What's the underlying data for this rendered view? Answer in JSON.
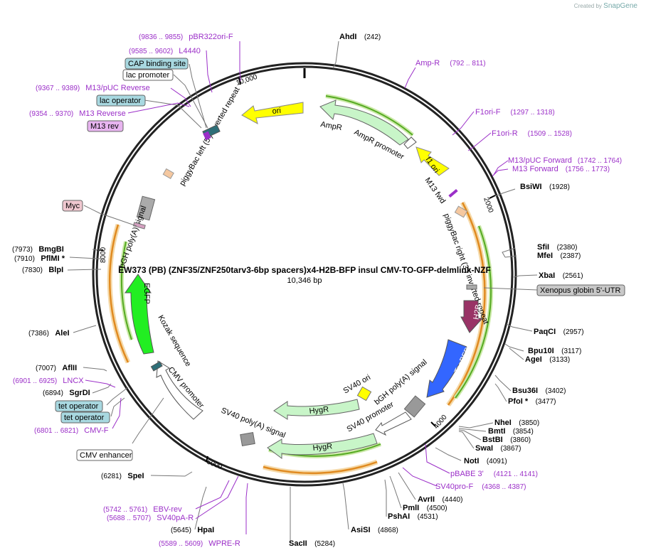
{
  "brand": {
    "created_by": "Created by",
    "name": "SnapGene"
  },
  "map": {
    "title": "EW373 (PB) (ZNF35/ZNF250tarv3-6bp spacers)x4-H2B-BFP insul CMV-TO-GFP-delmlink-NZF",
    "length": "10,346 bp"
  },
  "ticks": [
    "10,000",
    "2000",
    "4000",
    "6000",
    "8000"
  ],
  "sites": [
    {
      "name": "AhdI",
      "pos": "(242)"
    },
    {
      "name": "BsiWI",
      "pos": "(1928)"
    },
    {
      "name": "SfiI",
      "pos": "(2380)"
    },
    {
      "name": "MfeI",
      "pos": "(2387)"
    },
    {
      "name": "XbaI",
      "pos": "(2561)"
    },
    {
      "name": "PaqCI",
      "pos": "(2957)"
    },
    {
      "name": "Bpu10I",
      "pos": "(3117)"
    },
    {
      "name": "AgeI",
      "pos": "(3133)"
    },
    {
      "name": "Bsu36I",
      "pos": "(3402)"
    },
    {
      "name": "PfoI *",
      "pos": "(3477)"
    },
    {
      "name": "NheI",
      "pos": "(3850)"
    },
    {
      "name": "BmtI",
      "pos": "(3854)"
    },
    {
      "name": "BstBI",
      "pos": "(3860)"
    },
    {
      "name": "SwaI",
      "pos": "(3867)"
    },
    {
      "name": "NotI",
      "pos": "(4091)"
    },
    {
      "name": "AvrII",
      "pos": "(4440)"
    },
    {
      "name": "PmlI",
      "pos": "(4500)"
    },
    {
      "name": "PshAI",
      "pos": "(4531)"
    },
    {
      "name": "AsiSI",
      "pos": "(4868)"
    },
    {
      "name": "SacII",
      "pos": "(5284)"
    },
    {
      "name": "HpaI",
      "pos": "(5645)"
    },
    {
      "name": "SpeI",
      "pos": "(6281)"
    },
    {
      "name": "SgrDI",
      "pos": "(6894)"
    },
    {
      "name": "AflII",
      "pos": "(7007)"
    },
    {
      "name": "AleI",
      "pos": "(7386)"
    },
    {
      "name": "BlpI",
      "pos": "(7830)"
    },
    {
      "name": "PflMI *",
      "pos": "(7910)"
    },
    {
      "name": "BmgBI",
      "pos": "(7973)"
    }
  ],
  "primers": [
    {
      "name": "pBR322ori-F",
      "pos": "(9836 .. 9855)"
    },
    {
      "name": "L4440",
      "pos": "(9585 .. 9602)"
    },
    {
      "name": "M13/pUC Reverse",
      "pos": "(9367 .. 9389)"
    },
    {
      "name": "M13 Reverse",
      "pos": "(9354 .. 9370)"
    },
    {
      "name": "Amp-R",
      "pos": "(792 .. 811)"
    },
    {
      "name": "F1ori-F",
      "pos": "(1297 .. 1318)"
    },
    {
      "name": "F1ori-R",
      "pos": "(1509 .. 1528)"
    },
    {
      "name": "M13/pUC Forward",
      "pos": "(1742 .. 1764)"
    },
    {
      "name": "M13 Forward",
      "pos": "(1756 .. 1773)"
    },
    {
      "name": "pBABE 3'",
      "pos": "(4121 .. 4141)"
    },
    {
      "name": "SV40pro-F",
      "pos": "(4368 .. 4387)"
    },
    {
      "name": "EBV-rev",
      "pos": "(5742 .. 5761)"
    },
    {
      "name": "SV40pA-R",
      "pos": "(5688 .. 5707)"
    },
    {
      "name": "WPRE-R",
      "pos": "(5589 .. 5609)"
    },
    {
      "name": "LNCX",
      "pos": "(6901 .. 6925)"
    },
    {
      "name": "CMV-F",
      "pos": "(6801 .. 6821)"
    }
  ],
  "boxed_labels": [
    {
      "text": "CAP binding site",
      "fill": "#a8d8e0"
    },
    {
      "text": "lac promoter",
      "fill": "#ffffff"
    },
    {
      "text": "lac operator",
      "fill": "#a8d8e0"
    },
    {
      "text": "M13 rev",
      "fill": "#e8b4f0"
    },
    {
      "text": "Myc",
      "fill": "#f0c8d0"
    },
    {
      "text": "Xenopus globin 5'-UTR",
      "fill": "#c8c8c8"
    },
    {
      "text": "tet operator",
      "fill": "#a8d8e0"
    },
    {
      "text": "tet operator",
      "fill": "#a8d8e0"
    },
    {
      "text": "CMV enhancer",
      "fill": "#ffffff"
    }
  ],
  "features": {
    "ori": "ori",
    "ampr": "AmpR",
    "ampr_promoter": "AmpR promoter",
    "f1ori": "f1 ori",
    "m13fwd": "M13 fwd",
    "pb_right": "piggyBac right (3') inverted repeat",
    "pb_left": "piggyBac left (5') inverted repeat",
    "h2b": "H2B",
    "mtagbfp2": "mTagBFP2",
    "bgh1": "bGH poly(A) signal",
    "sv40_ori": "SV40 ori",
    "hygr1": "HygR",
    "sv40_promoter": "SV40 promoter",
    "hygr2": "HygR",
    "sv40_polya": "SV40 poly(A) signal",
    "cmv_promoter": "CMV promoter",
    "kozak": "Kozak sequence",
    "egfp": "EGFP",
    "bgh2": "bGH poly(A) signal"
  },
  "colors": {
    "ori": "#ffff00",
    "ampr": "#c8f5c8",
    "egfp": "#22ee22",
    "h2b": "#993366",
    "bfp": "#3366ff",
    "primer": "#9b2fc8",
    "orf": "#f0a030"
  }
}
